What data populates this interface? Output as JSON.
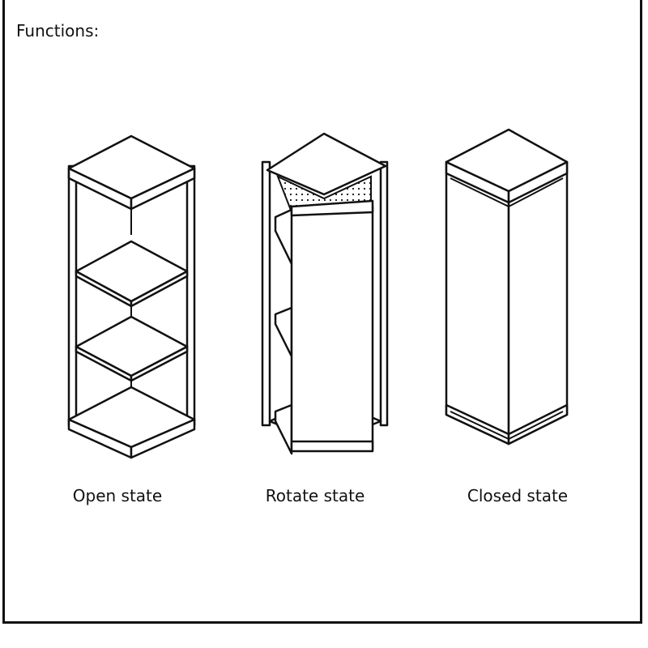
{
  "heading": "Functions:",
  "states": [
    {
      "label": "Open state"
    },
    {
      "label": "Rotate state"
    },
    {
      "label": "Closed state"
    }
  ]
}
